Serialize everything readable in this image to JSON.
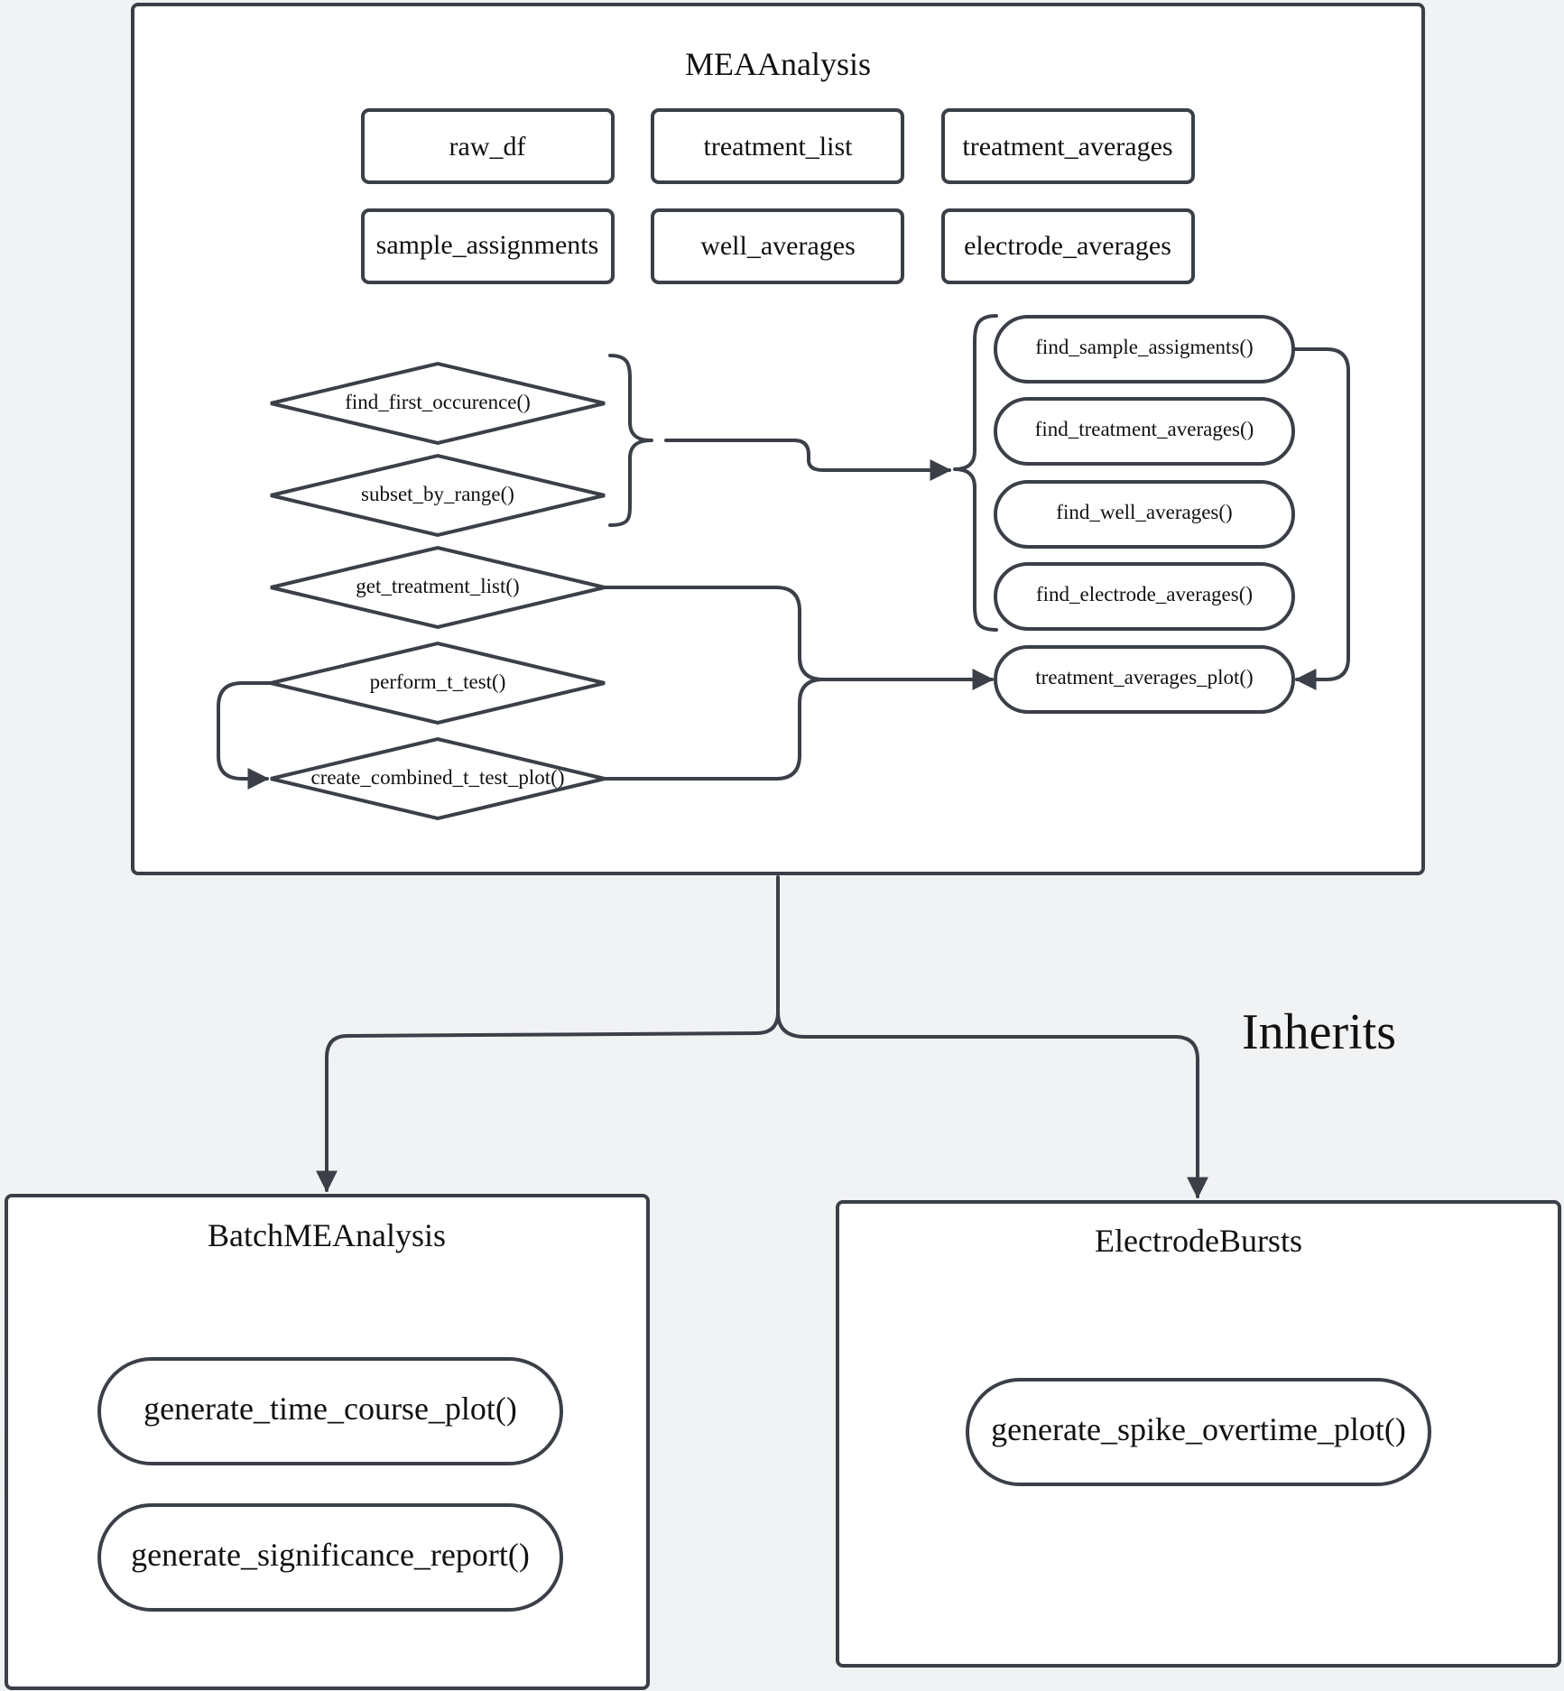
{
  "colors": {
    "stroke": "#3b3f48",
    "background": "#f1f2f4",
    "fill": "#ffffff"
  },
  "mea": {
    "title": "MEAAnalysis",
    "attributes": [
      "raw_df",
      "treatment_list",
      "treatment_averages",
      "sample_assignments",
      "well_averages",
      "electrode_averages"
    ],
    "diamond_methods": [
      "find_first_occurence()",
      "subset_by_range()",
      "get_treatment_list()",
      "perform_t_test()",
      "create_combined_t_test_plot()"
    ],
    "pill_methods": [
      "find_sample_assigments()",
      "find_treatment_averages()",
      "find_well_averages()",
      "find_electrode_averages()",
      "treatment_averages_plot()"
    ]
  },
  "inherits_label": "Inherits",
  "batch": {
    "title": "BatchMEAnalysis",
    "methods": [
      "generate_time_course_plot()",
      "generate_significance_report()"
    ]
  },
  "bursts": {
    "title": "ElectrodeBursts",
    "methods": [
      "generate_spike_overtime_plot()"
    ]
  }
}
